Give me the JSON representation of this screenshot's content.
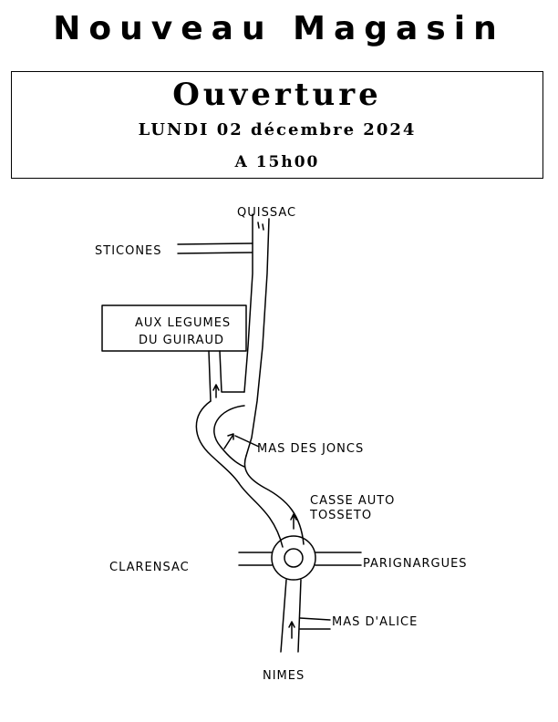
{
  "header": {
    "title": "Nouveau Magasin"
  },
  "event": {
    "title": "Ouverture",
    "date": "LUNDI 02 décembre 2024",
    "time": "A 15h00"
  },
  "map": {
    "labels": {
      "north": "QUISSAC",
      "west_road": "STICONES",
      "store_line1": "AUX LEGUMES",
      "store_line2": "DU GUIRAUD",
      "mas": "MAS DES JONCS",
      "garage_line1": "CASSE AUTO",
      "garage_line2": "TOSSETO",
      "roundabout_west": "CLARENSAC",
      "roundabout_east": "PARIGNARGUES",
      "south_lane": "MAS D'ALICE",
      "south": "NIMES"
    }
  }
}
